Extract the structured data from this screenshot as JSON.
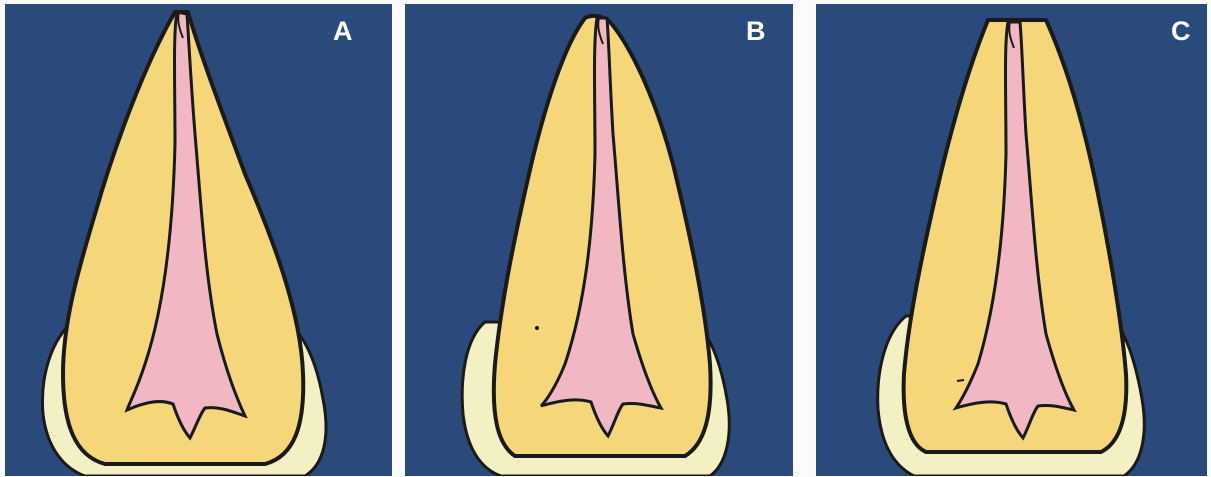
{
  "panels": [
    {
      "label": "A"
    },
    {
      "label": "B"
    },
    {
      "label": "C"
    }
  ],
  "colors": {
    "background": "#2b4a7c",
    "dentin": "#f5d77a",
    "pulp": "#f1b8c4",
    "enamel": "#f3f0c4",
    "outline": "#1a1a1a"
  }
}
